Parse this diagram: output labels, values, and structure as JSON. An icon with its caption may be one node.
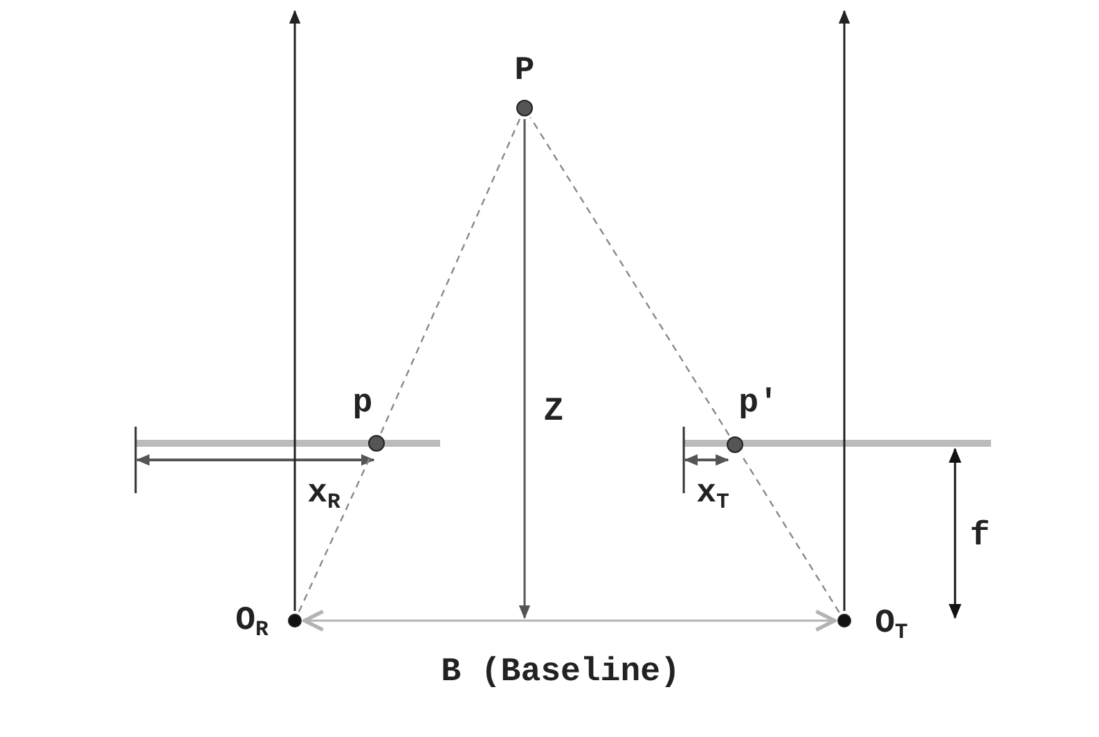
{
  "diagram": {
    "nodes": [
      {
        "text": [],
        "shape": "circle",
        "beside": [
          "P"
        ]
      },
      {
        "text": [],
        "shape": "circle",
        "beside": [
          "p"
        ]
      },
      {
        "text": [],
        "shape": "circle",
        "beside": [
          "p′"
        ]
      },
      {
        "text": [],
        "shape": "circle",
        "beside": [
          "O$_{R}$"
        ]
      },
      {
        "text": [],
        "shape": "circle",
        "beside": [
          "O$_{T}$"
        ]
      }
    ],
    "edges": [
      {
        "from": 3,
        "to": 1,
        "arrow": "none",
        "style": "dashed"
      },
      {
        "from": 1,
        "to": 0,
        "arrow": "none",
        "style": "dashed"
      },
      {
        "from": 4,
        "to": 2,
        "arrow": "none",
        "style": "dashed"
      },
      {
        "from": 2,
        "to": 0,
        "arrow": "none",
        "style": "dashed"
      },
      {
        "from": 3,
        "to": 4,
        "arrow": "both",
        "color": "#b3b3b3",
        "label": "B (Baseline)"
      },
      {
        "from": 3,
        "to": null,
        "arrow": "to",
        "color": "#222222"
      },
      {
        "from": 4,
        "to": null,
        "arrow": "to",
        "color": "#222222"
      }
    ],
    "labels": [
      "Z",
      "x$_{R}$",
      "x$_{T}$",
      "f"
    ]
  }
}
